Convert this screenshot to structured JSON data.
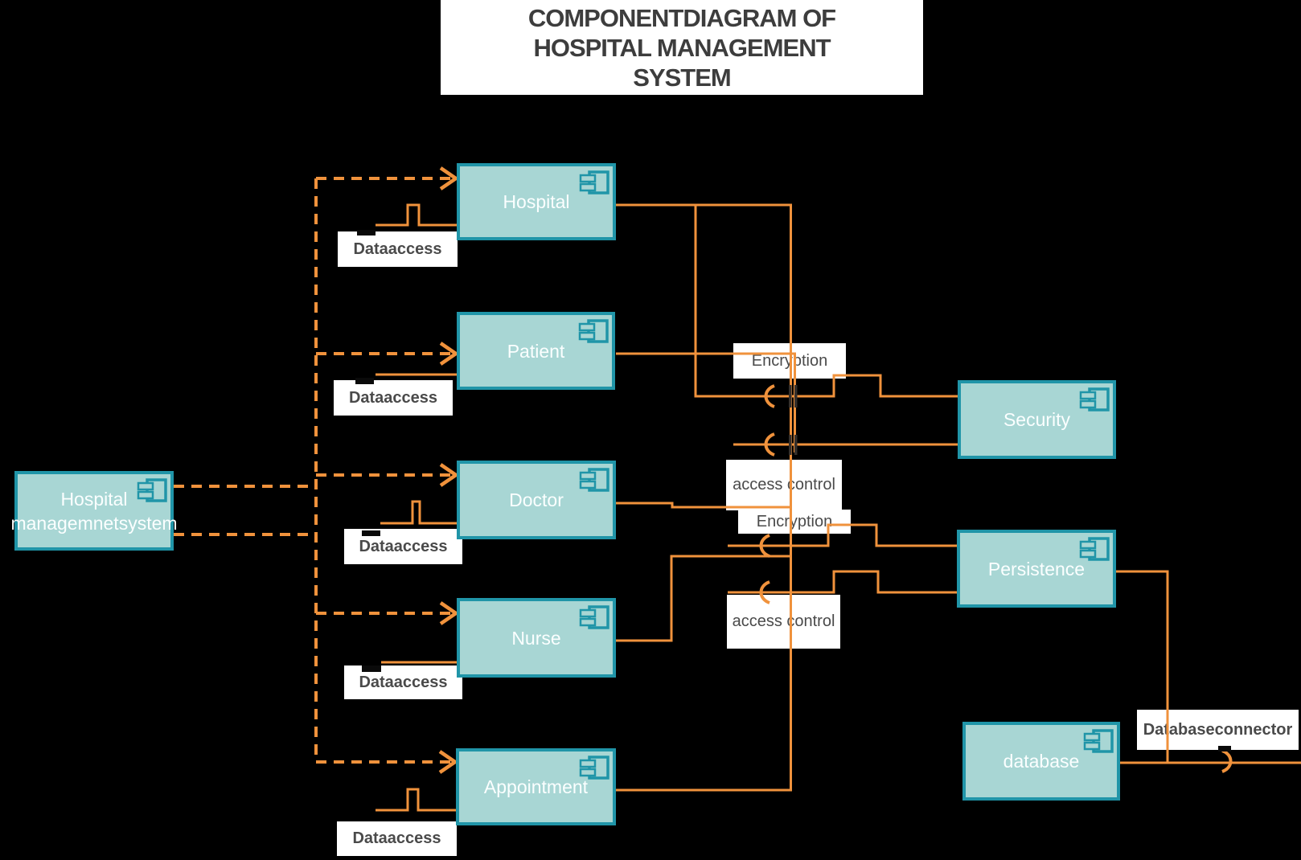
{
  "diagram_title": {
    "line1": "COMPONENTDIAGRAM OF",
    "line2": "HOSPITAL MANAGEMENT",
    "line3": "SYSTEM"
  },
  "components": {
    "hms": {
      "label": "Hospital managemnetsystem"
    },
    "hospital": {
      "label": "Hospital"
    },
    "patient": {
      "label": "Patient"
    },
    "doctor": {
      "label": "Doctor"
    },
    "nurse": {
      "label": "Nurse"
    },
    "appointment": {
      "label": "Appointment"
    },
    "security": {
      "label": "Security"
    },
    "persistence": {
      "label": "Persistence"
    },
    "database": {
      "label": "database"
    }
  },
  "interface_labels": {
    "dataaccess": "Dataaccess",
    "encryption": "Encryption",
    "access_control": "access control",
    "database_connector": "Databaseconnector"
  },
  "icons": {
    "component_icon": "uml-component-icon"
  },
  "colors": {
    "background": "#000000",
    "component_fill": "#a8d6d4",
    "component_border": "#2095a8",
    "component_text": "#fbffff",
    "connector_orange": "#f0923c",
    "label_background": "#ffffff",
    "label_text": "#4a4a4a",
    "title_text": "#3d3d3d"
  }
}
